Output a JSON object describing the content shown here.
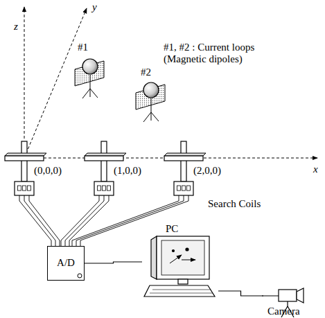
{
  "diagram": {
    "nodes": [
      {
        "text": [
          "A/D"
        ]
      },
      {
        "text": [
          "PC"
        ]
      },
      {
        "text": [
          "Camera"
        ]
      }
    ],
    "edges": [
      {
        "from": 0,
        "to": 1,
        "arrow": "none"
      },
      {
        "from": 2,
        "to": 1,
        "arrow": "none"
      }
    ],
    "labels": [
      "z",
      "y",
      "x",
      "#1",
      "#2",
      "#1, #2 : Current loops (Magnetic dipoles)",
      "(0,0,0)",
      "(1,0,0)",
      "(2,0,0)",
      "Search Coils"
    ]
  }
}
